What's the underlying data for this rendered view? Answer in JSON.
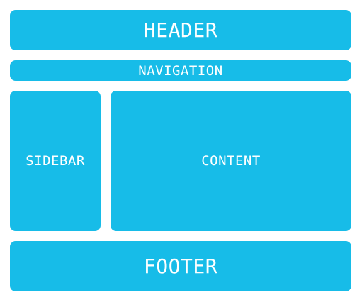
{
  "layout_diagram": {
    "header_label": "HEADER",
    "navigation_label": "NAVIGATION",
    "sidebar_label": "SIDEBAR",
    "content_label": "CONTENT",
    "footer_label": "FOOTER"
  },
  "colors": {
    "block_fill": "#17bce8",
    "text": "#ffffff",
    "background": "#ffffff"
  }
}
